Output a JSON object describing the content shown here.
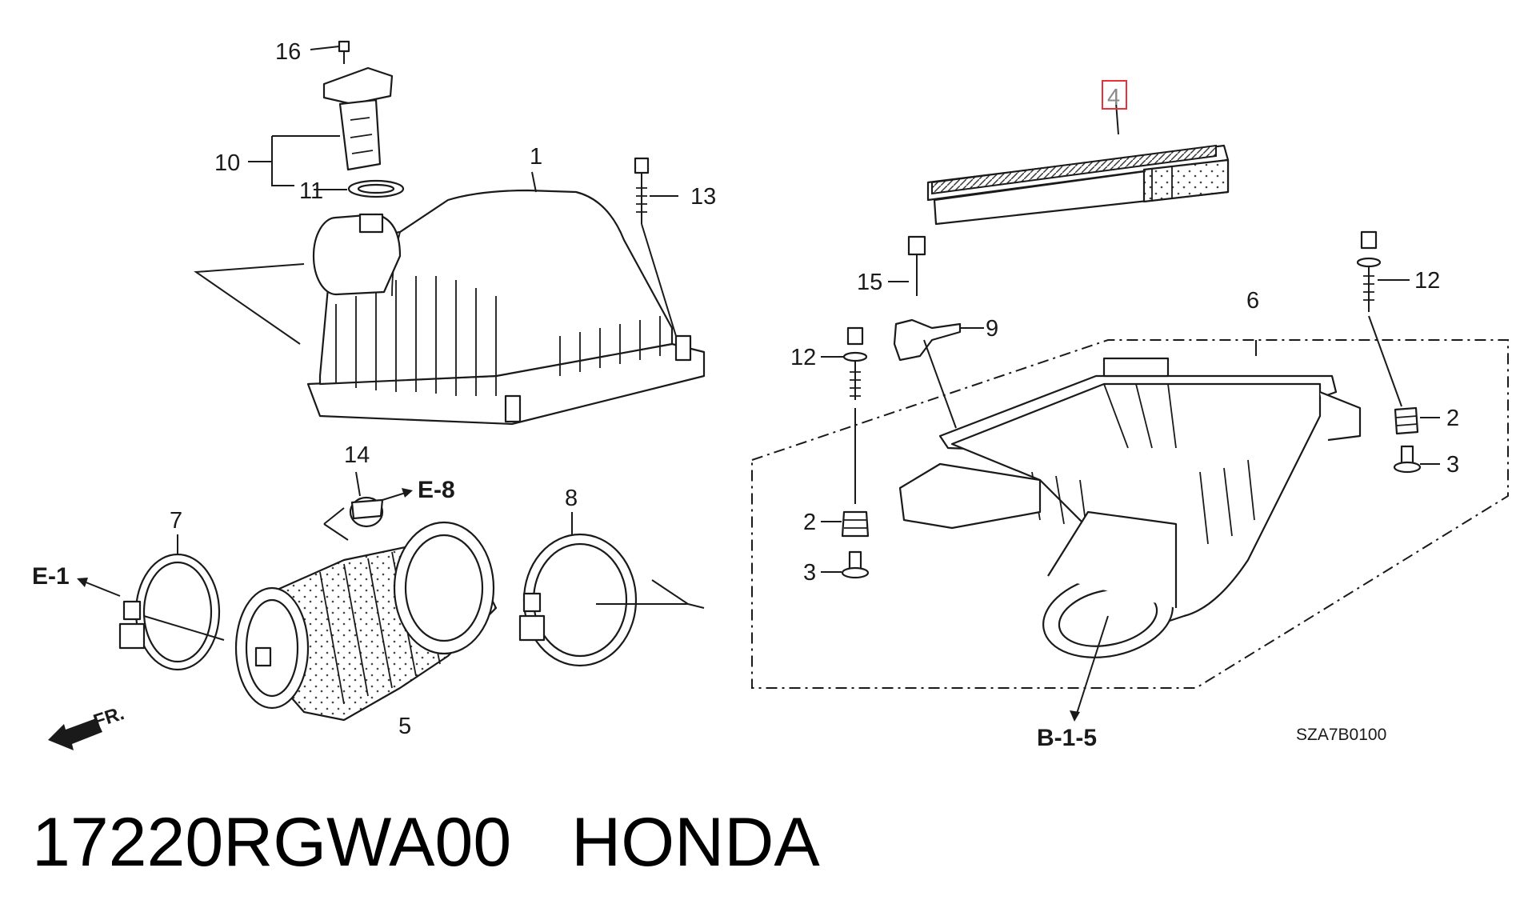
{
  "callouts": {
    "c1": "1",
    "c2a": "2",
    "c2b": "2",
    "c3a": "3",
    "c3b": "3",
    "c4": "4",
    "c5": "5",
    "c6": "6",
    "c7": "7",
    "c8": "8",
    "c9": "9",
    "c10": "10",
    "c11": "11",
    "c12a": "12",
    "c12b": "12",
    "c13": "13",
    "c14": "14",
    "c15": "15",
    "c16": "16"
  },
  "references": {
    "e1": "E-1",
    "e8": "E-8",
    "b15": "B-1-5",
    "front": "FR."
  },
  "diagram_code": "SZA7B0100",
  "footer": {
    "part_number": "17220RGWA00",
    "brand": "HONDA"
  },
  "colors": {
    "highlight_box": "#e8313a",
    "highlight_text": "#8a8a8a",
    "ink": "#1a1a1a"
  }
}
